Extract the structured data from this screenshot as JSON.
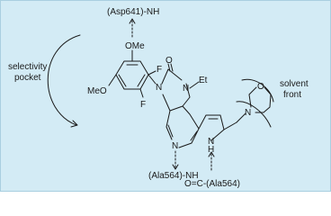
{
  "labels": {
    "asp641": "(Asp641)-NH",
    "selectivity_line1": "selectivity",
    "selectivity_line2": "pocket",
    "solvent_line1": "solvent",
    "solvent_line2": "front",
    "ala564_nh": "(Ala564)-NH",
    "ala564_co": "O=C-(Ala564)"
  },
  "atoms": {
    "ome_top": "OMe",
    "ome_left": "MeO",
    "f_top": "F",
    "f_bottom": "F",
    "n_amide": "N",
    "o_carbonyl": "O",
    "n_et": "N",
    "et": "Et",
    "n_pyridine": "N",
    "n_pyrrole": "N",
    "h_pyrrole": "H",
    "n_morph": "N",
    "o_morph": "O"
  },
  "colors": {
    "background": "#d3ebf5",
    "border": "#a9cfe0",
    "ink": "#1a1a1a"
  }
}
